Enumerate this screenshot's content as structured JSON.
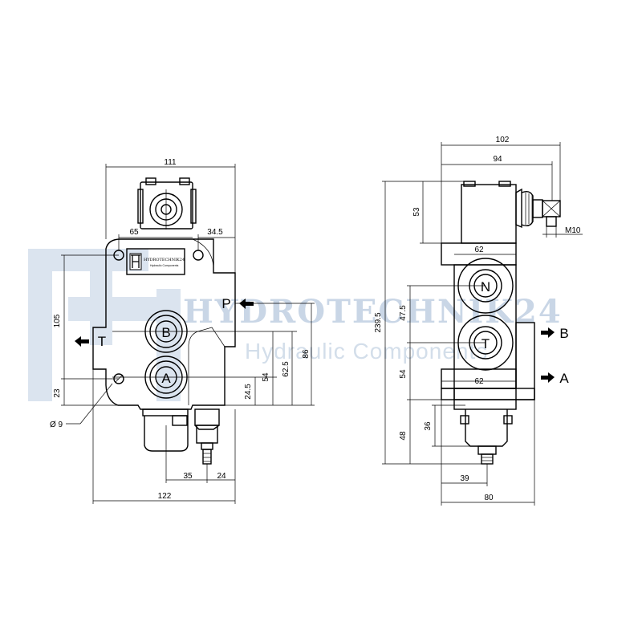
{
  "watermark": {
    "brand": "HYDROTECHNIK24",
    "tagline": "Hydraulic Components"
  },
  "plate": {
    "brand": "HYDROTECHNIK24",
    "tagline": "Hydraulic Components"
  },
  "front_view": {
    "ports": {
      "p": "P",
      "t": "T",
      "b": "B",
      "a": "A"
    },
    "dims": {
      "width_top": "111",
      "w65": "65",
      "w34_5": "34.5",
      "h105": "105",
      "h23": "23",
      "hole_d": "Ø 9",
      "h54": "54",
      "h62_5": "62.5",
      "h86": "86",
      "h24_5": "24.5",
      "w35": "35",
      "w24": "24",
      "w122": "122"
    }
  },
  "side_view": {
    "ports": {
      "n": "N",
      "t": "T",
      "b": "B",
      "a": "A"
    },
    "dims": {
      "w102": "102",
      "w94": "94",
      "m10": "M10",
      "h53": "53",
      "w62_top": "62",
      "h239_5": "239.5",
      "h47_5": "47.5",
      "h54": "54",
      "w62_bottom": "62",
      "h48": "48",
      "h36": "36",
      "w39": "39",
      "w80": "80"
    }
  }
}
